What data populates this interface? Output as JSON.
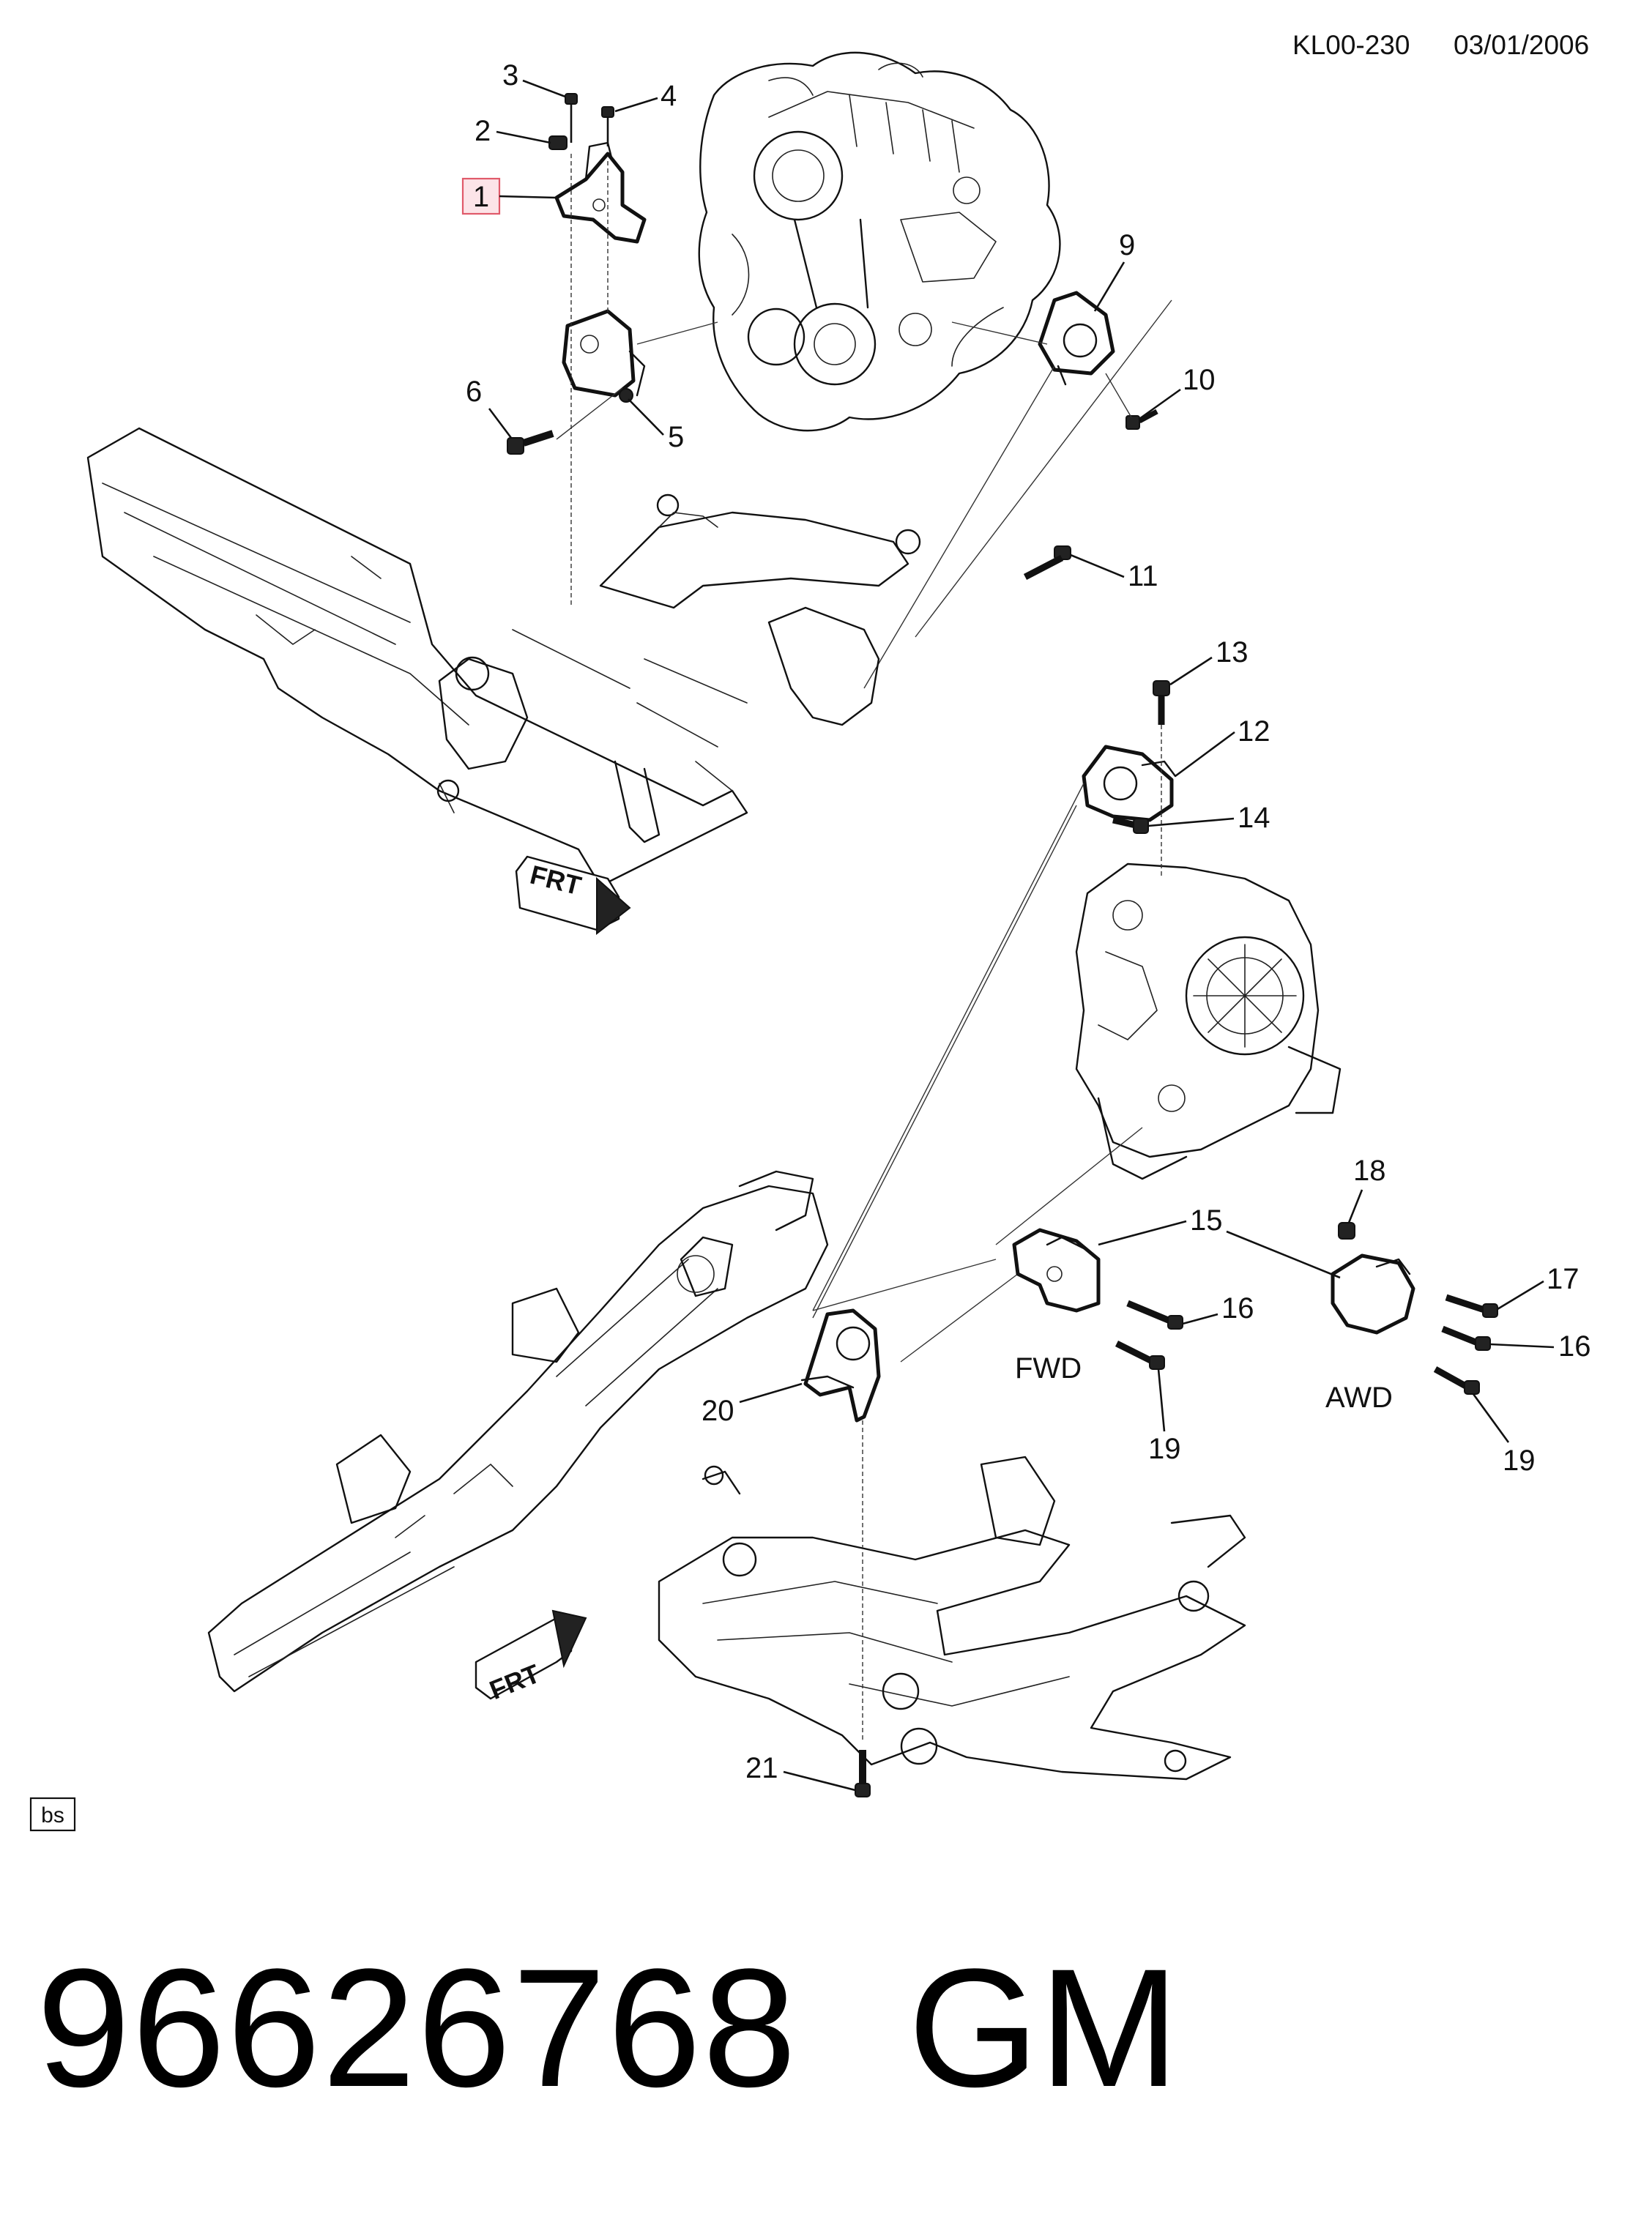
{
  "header": {
    "code": "KL00-230",
    "date": "03/01/2006"
  },
  "callouts": [
    "1",
    "2",
    "3",
    "4",
    "5",
    "6",
    "9",
    "10",
    "11",
    "12",
    "13",
    "14",
    "15",
    "16",
    "16",
    "17",
    "18",
    "19",
    "19",
    "20",
    "21"
  ],
  "variant_labels": {
    "fwd": "FWD",
    "awd": "AWD"
  },
  "front_markers": [
    "FRT",
    "FRT"
  ],
  "corner_tag": "bs",
  "highlight_color": "#e05a6a",
  "footer": {
    "part_number": "96626768",
    "brand": "GM"
  }
}
